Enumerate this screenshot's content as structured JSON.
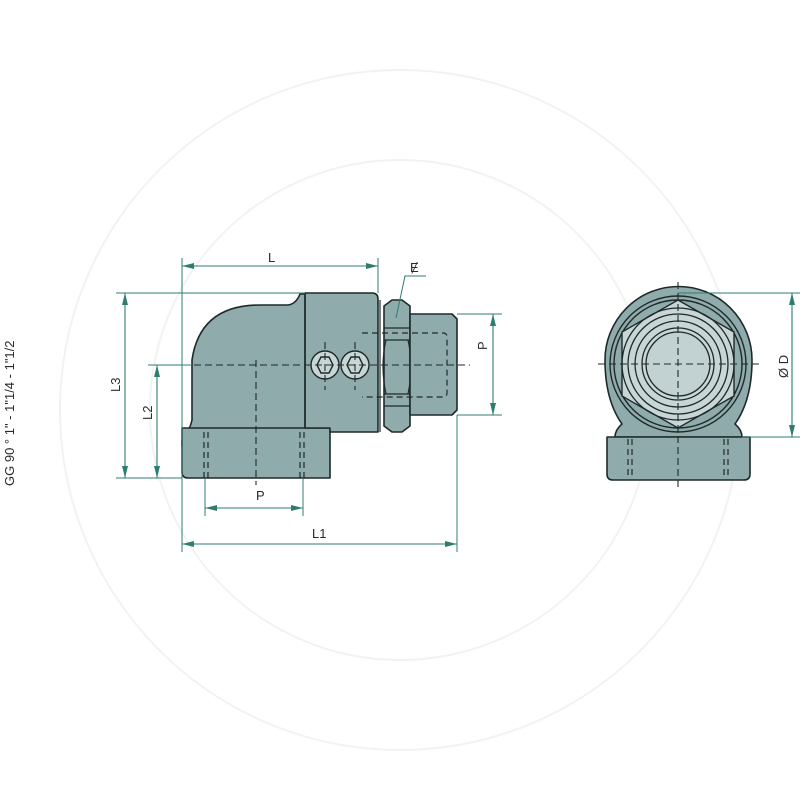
{
  "title": "GG 90 ° 1\" - 1\"1/4 - 1\"1/2",
  "colors": {
    "body": "#8fabab",
    "body_light": "#c9d6d6",
    "outline": "#1e2a2a",
    "dimension": "#2f7d70",
    "text": "#2a2a2a"
  },
  "side_view": {
    "dimensions": {
      "L": "L",
      "L1": "L1",
      "L2": "L2",
      "L3": "L3",
      "P_bottom": "P",
      "P_right": "P",
      "wrench_symbol": "Ɇ"
    }
  },
  "front_view": {
    "dimensions": {
      "D": "Ø D"
    }
  }
}
